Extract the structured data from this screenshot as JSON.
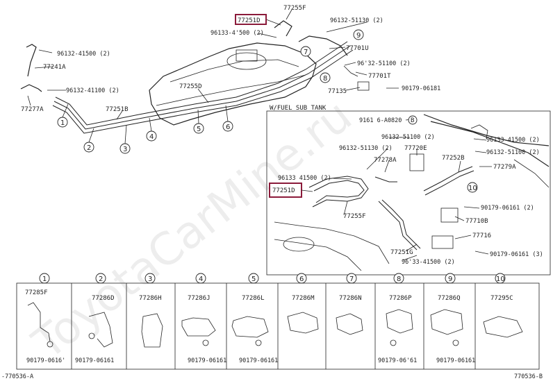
{
  "watermark": "ToyotaCarMine.ru",
  "highlight_color": "#8b1a3a",
  "footer": {
    "left": "-770536-A",
    "right": "770536-B"
  },
  "inset": {
    "title": "W/FUEL SUB TANK"
  },
  "labels": {
    "p77251D_top": "77251D",
    "p77255F_top": "77255F",
    "p96132_51130_top": "96132-51130 (2)",
    "p96133_41500_top": "96133-4'500 (2)",
    "p77701U": "77701U",
    "p96132_41500_a": "96132-41500 (2)",
    "p77241A": "77241A",
    "p96132_51100_top": "96'32-51100 (2)",
    "p77701T": "77701T",
    "p96132_41100": "96132-41100 (2)",
    "p77135": "77135",
    "p90179_06181": "90179-06181",
    "p77255D": "77255D",
    "p77277A": "77277A",
    "p77251B": "77251B",
    "p91616_A0820": "9161 6-A0820",
    "p96132_51100_in": "96132-51100 (2)",
    "p96133_41500_in_r": "96133-41500 (2)",
    "p96132_51130_in": "96132-51130 (2)",
    "p77720E": "77720E",
    "p96132_51100_in_r": "96132-51100 (2)",
    "p77278A": "77278A",
    "p77252B": "77252B",
    "p77279A": "77279A",
    "p96133_41500_in": "96133 41500 (2)",
    "p77251D_in": "77251D",
    "p90179_06161_in": "90179-06161 (2)",
    "p77255F_in": "77255F",
    "p77710B": "77710B",
    "p77716": "77716",
    "p77251G": "77251G",
    "p90179_06161_in3": "90179-06161 (3)",
    "p96133_41500_bot": "96'33-41500 (2)",
    "circle_B": "B"
  },
  "callouts": [
    "1",
    "2",
    "3",
    "4",
    "5",
    "6",
    "7",
    "8",
    "9",
    "10"
  ],
  "parts_strip": [
    {
      "num": "1",
      "code": "77285F",
      "bolt": "90179-0616'"
    },
    {
      "num": "2",
      "code": "77286D",
      "bolt": "90179-06161"
    },
    {
      "num": "3",
      "code": "77286H",
      "bolt": ""
    },
    {
      "num": "4",
      "code": "77286J",
      "bolt": "90179-06161"
    },
    {
      "num": "5",
      "code": "77286L",
      "bolt": "90179-06161"
    },
    {
      "num": "6",
      "code": "77286M",
      "bolt": ""
    },
    {
      "num": "7",
      "code": "77286N",
      "bolt": ""
    },
    {
      "num": "8",
      "code": "77286P",
      "bolt": "90179-06'61"
    },
    {
      "num": "9",
      "code": "77286Q",
      "bolt": "90179-06161"
    },
    {
      "num": "10",
      "code": "77295C",
      "bolt": ""
    }
  ]
}
